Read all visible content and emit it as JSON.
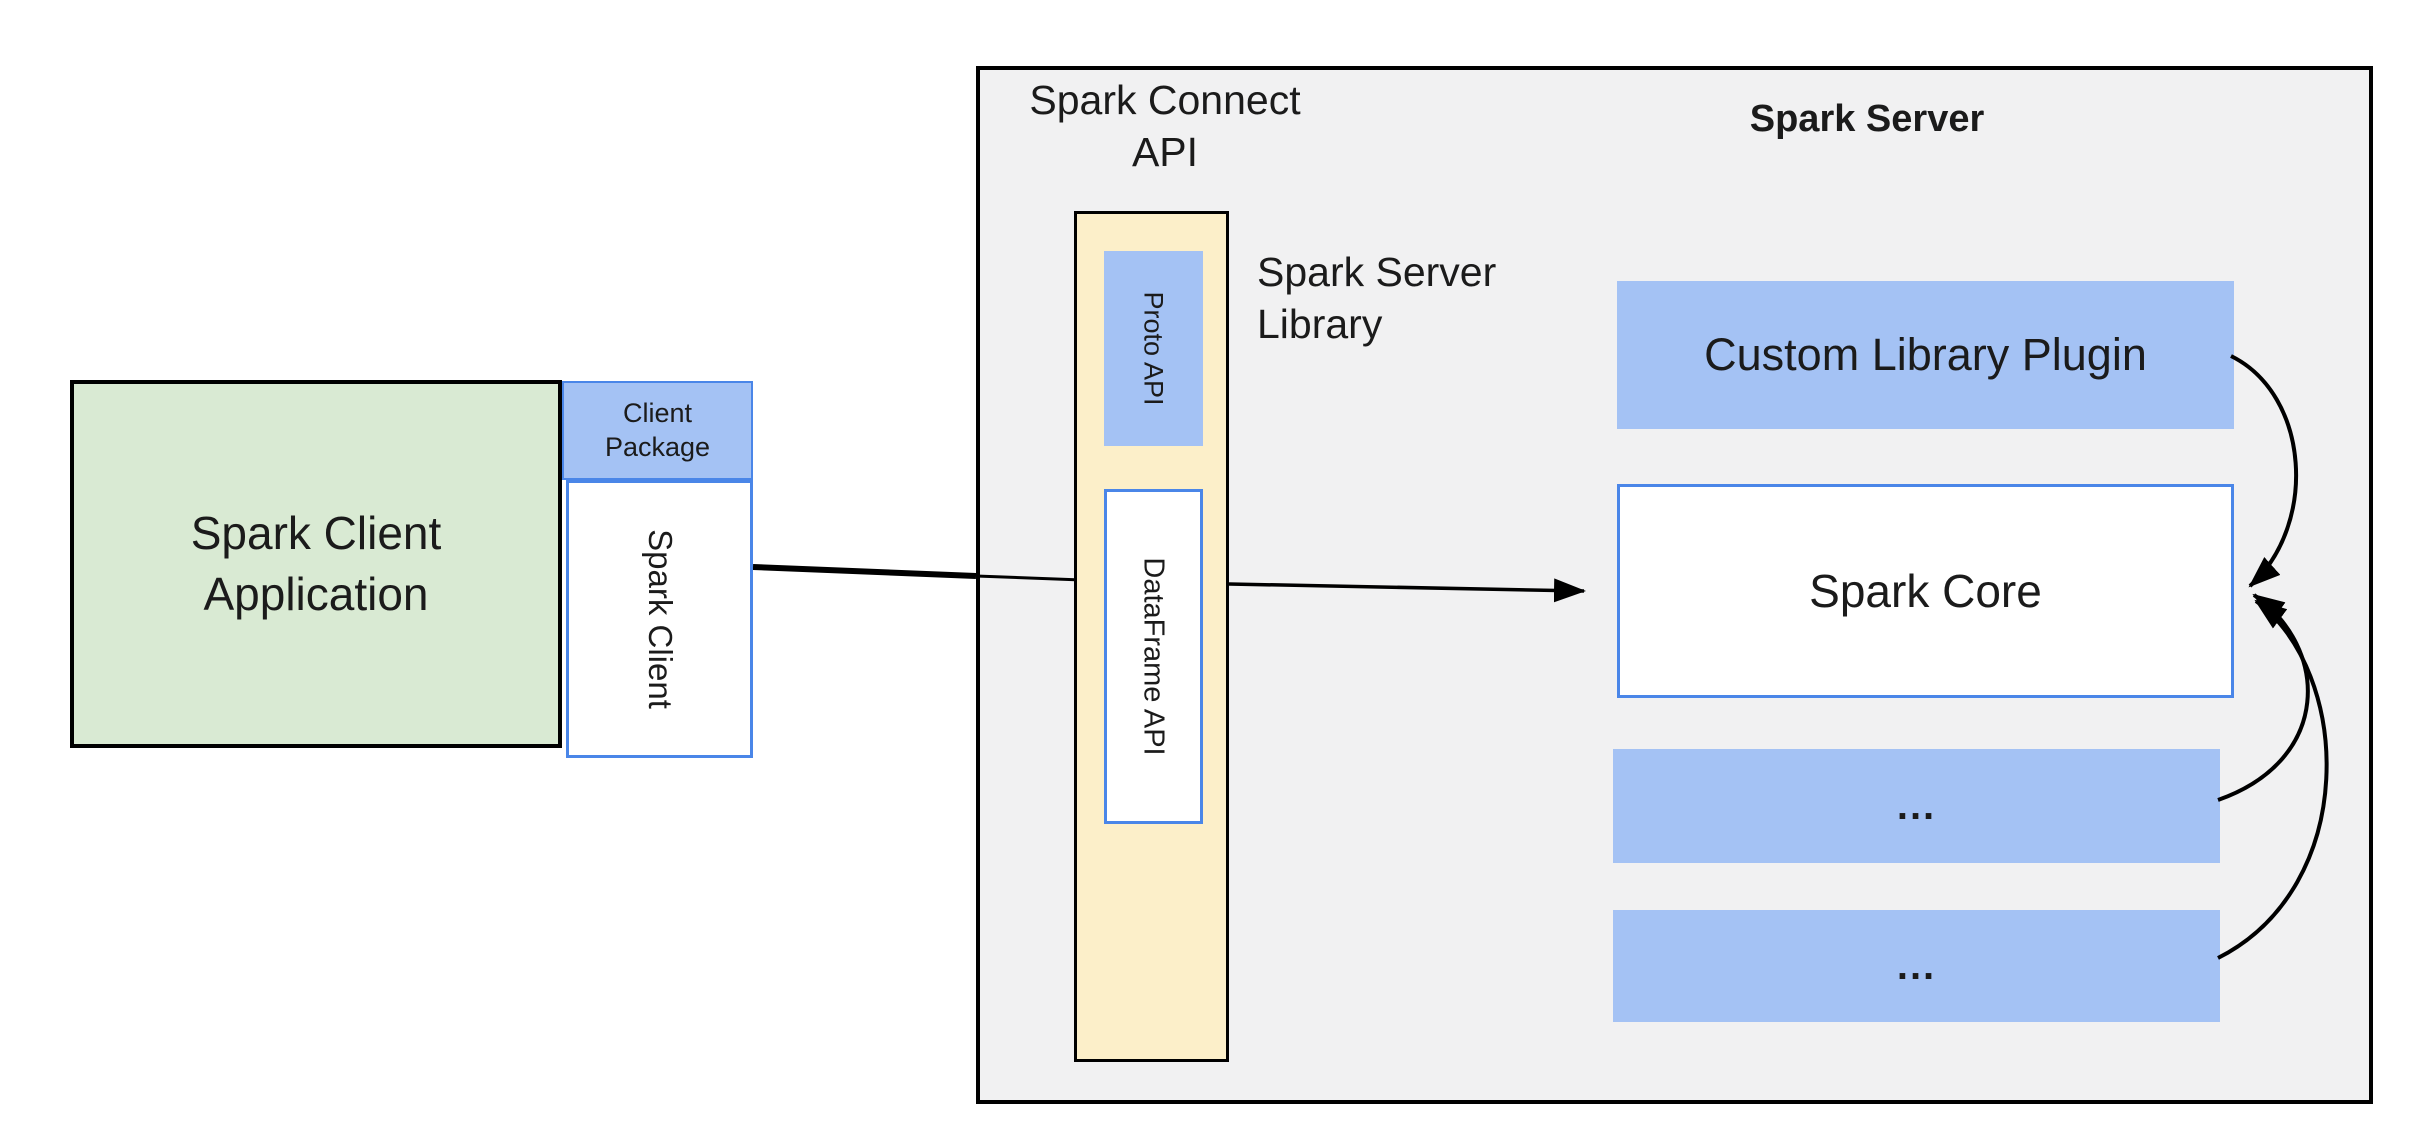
{
  "diagram": {
    "client": {
      "app": {
        "line1": "Spark Client",
        "line2": "Application"
      },
      "package": {
        "line1": "Client",
        "line2": "Package"
      },
      "spark_client_label": "Spark Client"
    },
    "connect": {
      "api_label": {
        "line1": "Spark Connect",
        "line2": "API"
      },
      "proto_api_label": "Proto  API",
      "dataframe_api_label": "DataFrame API",
      "server_library_label": {
        "line1": "Spark Server",
        "line2": "Library"
      }
    },
    "server": {
      "title": "Spark Server",
      "custom_plugin_label": "Custom Library Plugin",
      "spark_core_label": "Spark Core",
      "slot1_label": "...",
      "slot2_label": "..."
    },
    "colors": {
      "green": "#d9ead3",
      "blue": "#a4c2f4",
      "blue_border": "#4a86e8",
      "yellow": "#fcefc9",
      "gray": "#f1f1f2",
      "line": "#000000"
    }
  }
}
